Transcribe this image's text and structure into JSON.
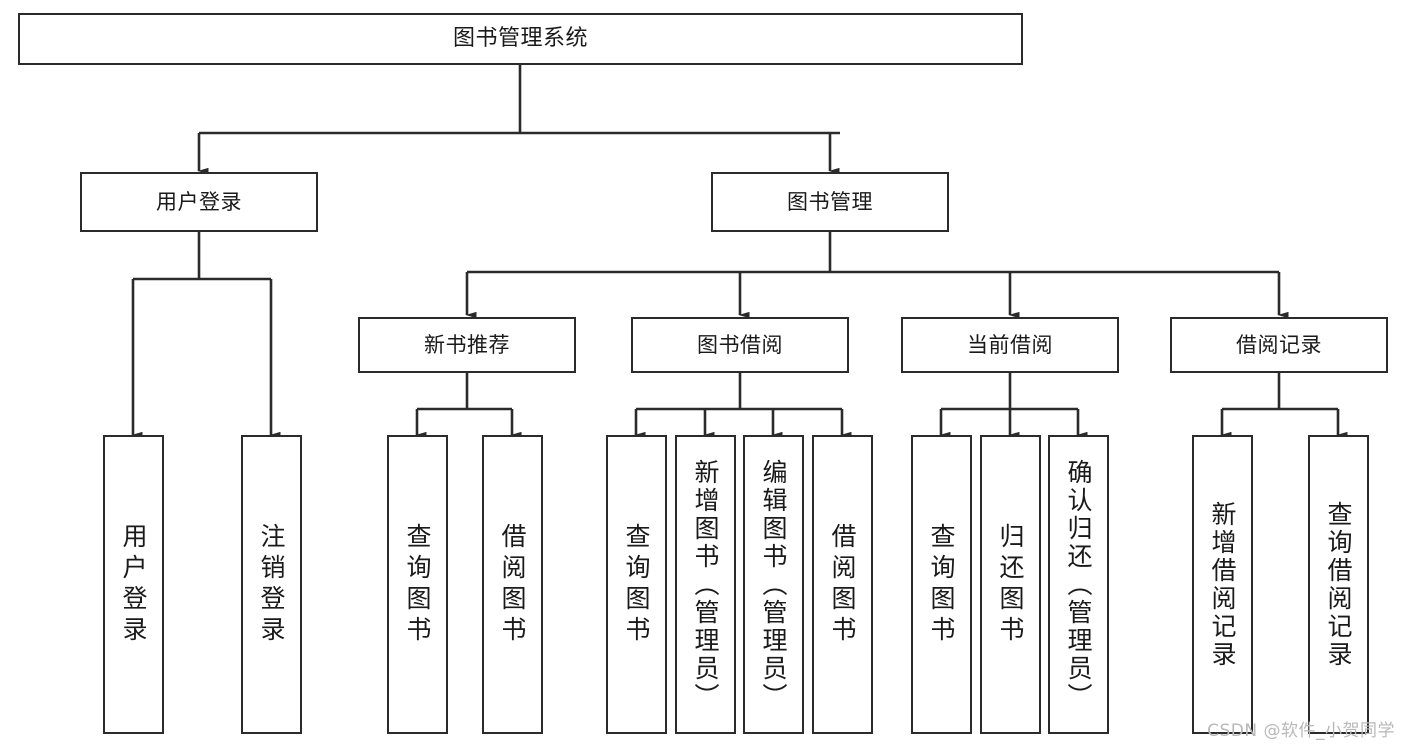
{
  "diagram": {
    "title": "图书管理系统",
    "type": "tree-hierarchy",
    "watermark": "CSDN @软件_小贺同学",
    "edge_color": "#2b2b2b",
    "box_border_color": "#2b2b2b",
    "background": "#ffffff",
    "nodes": {
      "root": {
        "label": "图书管理系统"
      },
      "level1": [
        {
          "label": "用户登录"
        },
        {
          "label": "图书管理"
        }
      ],
      "level2": [
        {
          "label": "新书推荐"
        },
        {
          "label": "图书借阅"
        },
        {
          "label": "当前借阅"
        },
        {
          "label": "借阅记录"
        }
      ],
      "leaves": {
        "user_login": [
          {
            "label": "用户登录"
          },
          {
            "label": "注销登录"
          }
        ],
        "new_book_recommend": [
          {
            "label": "查询图书"
          },
          {
            "label": "借阅图书"
          }
        ],
        "book_borrow": [
          {
            "label": "查询图书"
          },
          {
            "label": "新增图书（管理员）"
          },
          {
            "label": "编辑图书（管理员）"
          },
          {
            "label": "借阅图书"
          }
        ],
        "current_borrow": [
          {
            "label": "查询图书"
          },
          {
            "label": "归还图书"
          },
          {
            "label": "确认归还（管理员）"
          }
        ],
        "borrow_record": [
          {
            "label": "新增借阅记录"
          },
          {
            "label": "查询借阅记录"
          }
        ]
      }
    }
  }
}
